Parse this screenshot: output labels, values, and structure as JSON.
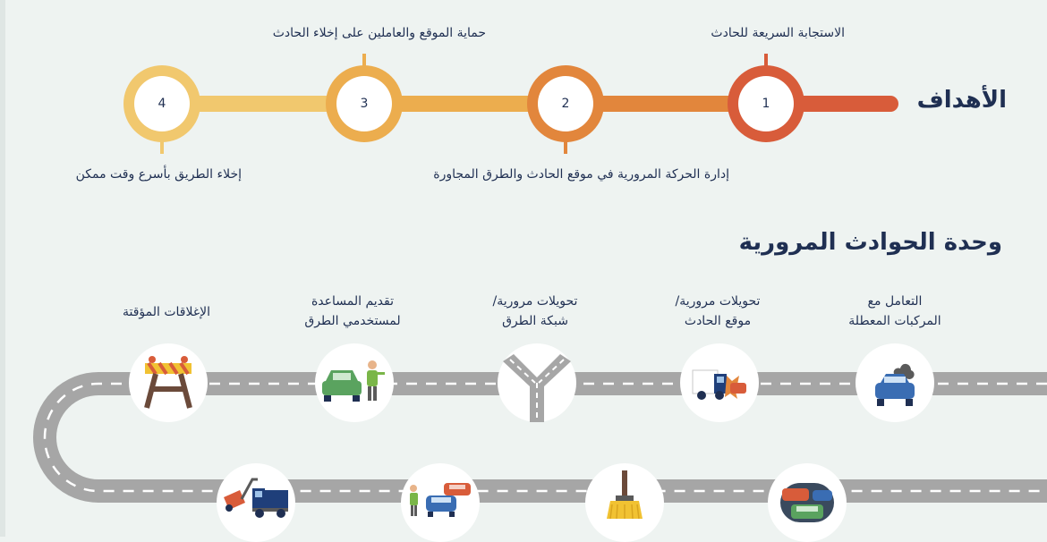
{
  "goals": {
    "heading": "الأهداف",
    "steps": [
      {
        "number": "1",
        "label": "الاستجابة السريعة للحادث",
        "color": "#d85c3a"
      },
      {
        "number": "2",
        "label": "إدارة الحركة المرورية في موقع الحادث والطرق المجاورة",
        "color": "#e2863c"
      },
      {
        "number": "3",
        "label": "حماية الموقع والعاملين على إخلاء الحادث",
        "color": "#ecad4e"
      },
      {
        "number": "4",
        "label": "إخلاء الطريق بأسرع وقت ممكن",
        "color": "#f1c86e"
      }
    ]
  },
  "unit": {
    "heading": "وحدة الحوادث المرورية",
    "services": [
      {
        "line1": "التعامل مع",
        "line2": "المركبات المعطلة",
        "icon": "broken-car-icon"
      },
      {
        "line1": "تحويلات مرورية/",
        "line2": "موقع الحادث",
        "icon": "crash-truck-icon"
      },
      {
        "line1": "تحويلات مرورية/",
        "line2": "شبكة الطرق",
        "icon": "road-fork-icon"
      },
      {
        "line1": "تقديم المساعدة",
        "line2": "لمستخدمي الطرق",
        "icon": "assistance-icon"
      },
      {
        "line1": "الإغلاقات المؤقتة",
        "line2": "",
        "icon": "barrier-icon"
      }
    ],
    "bottom_icons": [
      "traffic-jam-icon",
      "broom-icon",
      "officer-cars-icon",
      "tow-truck-icon"
    ]
  },
  "colors": {
    "navy": "#1f2f52",
    "road": "#a6a6a6",
    "background": "#eef3f1"
  }
}
